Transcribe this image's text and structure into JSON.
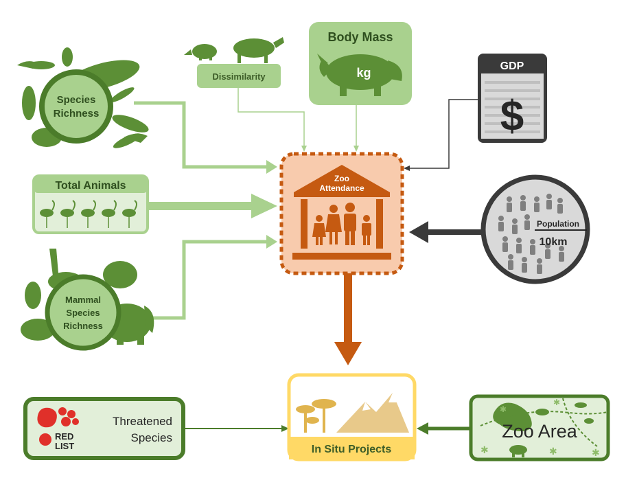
{
  "nodes": {
    "species_richness": {
      "line1": "Species",
      "line2": "Richness"
    },
    "dissimilarity": {
      "label": "Dissimilarity"
    },
    "body_mass": {
      "title": "Body Mass",
      "unit": "kg"
    },
    "gdp": {
      "label": "GDP",
      "symbol": "$"
    },
    "total_animals": {
      "label": "Total Animals"
    },
    "zoo_attendance": {
      "line1": "Zoo",
      "line2": "Attendance"
    },
    "population": {
      "label": "Population",
      "distance": "10km"
    },
    "mammal_species_richness": {
      "line1": "Mammal",
      "line2": "Species",
      "line3": "Richness"
    },
    "threatened_species": {
      "line1": "Threatened",
      "line2": "Species",
      "logo_line1": "RED",
      "logo_line2": "LIST"
    },
    "in_situ": {
      "label": "In Situ Projects"
    },
    "zoo_area": {
      "label": "Zoo Area"
    }
  },
  "colors": {
    "dark_green": "#4b7c2a",
    "mid_green": "#5c8f36",
    "light_green": "#a9d18e",
    "pale_green": "#e2efd9",
    "orange": "#c55a11",
    "peach": "#f8cbad",
    "gold": "#ffd966",
    "gray_dark": "#3a3a3a",
    "gray": "#7f7f7f",
    "red": "#e0302a"
  },
  "icons": [
    "species-silhouettes",
    "armadillo-aardvark-icon",
    "rhino-icon",
    "dollar-document-icon",
    "flamingo-row-icon",
    "zoo-building-family-icon",
    "people-dots-icon",
    "mammal-silhouettes",
    "red-list-logo",
    "landscape-icon",
    "map-icon"
  ]
}
